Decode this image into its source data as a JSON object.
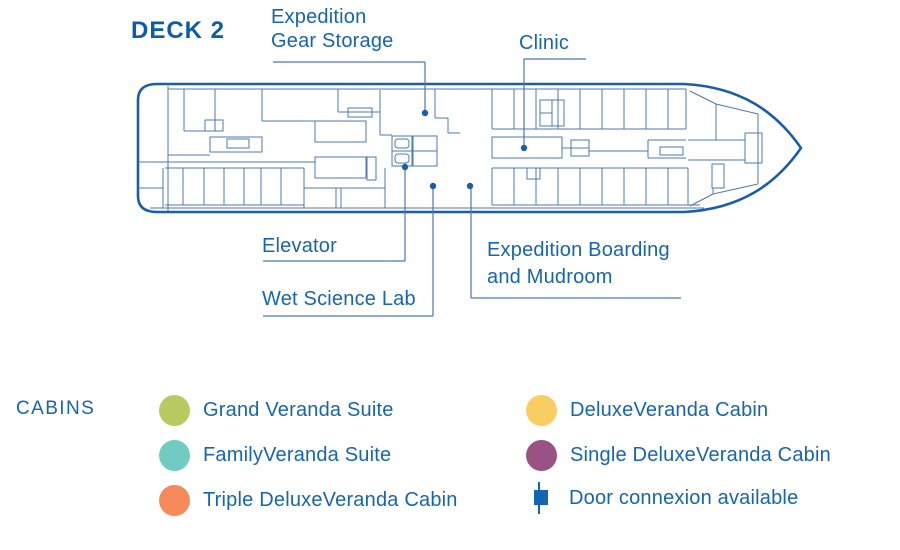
{
  "deck": {
    "title": "DECK 2"
  },
  "callouts": {
    "gear_storage": {
      "line1": "Expedition",
      "line2": "Gear Storage"
    },
    "clinic": {
      "label": "Clinic"
    },
    "elevator": {
      "label": "Elevator"
    },
    "wet_science_lab": {
      "label": "Wet Science Lab"
    },
    "boarding": {
      "line1": "Expedition Boarding",
      "line2": "and Mudroom"
    }
  },
  "legend": {
    "title": "CABINS",
    "items": [
      {
        "label": "Grand Veranda Suite",
        "color": "#b9cb60"
      },
      {
        "label": "FamilyVeranda Suite",
        "color": "#70cbc2"
      },
      {
        "label": "Triple DeluxeVeranda Cabin",
        "color": "#f68a58"
      },
      {
        "label": "DeluxeVeranda Cabin",
        "color": "#f9cd62"
      },
      {
        "label": "Single DeluxeVeranda Cabin",
        "color": "#9a5283"
      }
    ],
    "door": {
      "label": "Door connexion available"
    }
  },
  "colors": {
    "label-text": "#1565b3",
    "title-text": "#0c5bac",
    "hull": "#1a5dad",
    "plan-line": "#4e79b2"
  }
}
